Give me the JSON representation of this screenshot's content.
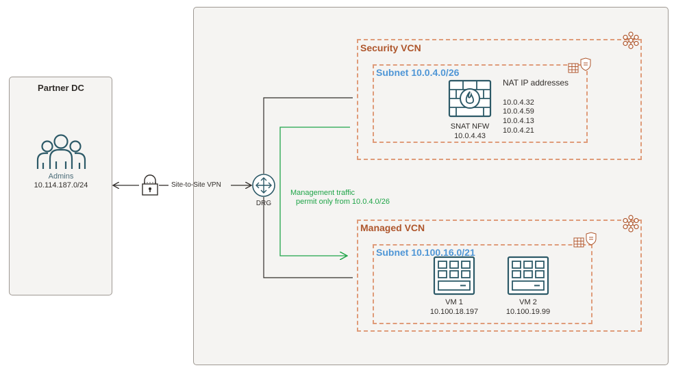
{
  "partner_dc": {
    "title": "Partner DC",
    "admins_label": "Admins",
    "admins_cidr": "10.114.187.0/24"
  },
  "vpn": {
    "label": "Site-to-Site VPN"
  },
  "drg": {
    "label": "DRG"
  },
  "management": {
    "line1": "Management traffic",
    "line2": "permit only from 10.0.4.0/26"
  },
  "security_vcn": {
    "title": "Security VCN",
    "subnet": "Subnet 10.0.4.0/26",
    "firewall_name": "SNAT NFW",
    "firewall_ip": "10.0.4.43",
    "nat_title": "NAT IP addresses",
    "nat_ips": [
      "10.0.4.32",
      "10.0.4.59",
      "10.0.4.13",
      "10.0.4.21"
    ]
  },
  "managed_vcn": {
    "title": "Managed VCN",
    "subnet": "Subnet 10.100.16.0/21",
    "vms": [
      {
        "name": "VM 1",
        "ip": "10.100.18.197"
      },
      {
        "name": "VM 2",
        "ip": "10.100.19.99"
      }
    ]
  },
  "colors": {
    "vcn_border": "#df9b79",
    "vcn_title": "#ae562c",
    "subnet_title": "#4f96d6",
    "icon_teal": "#2c5967",
    "management_green": "#1fa448"
  }
}
